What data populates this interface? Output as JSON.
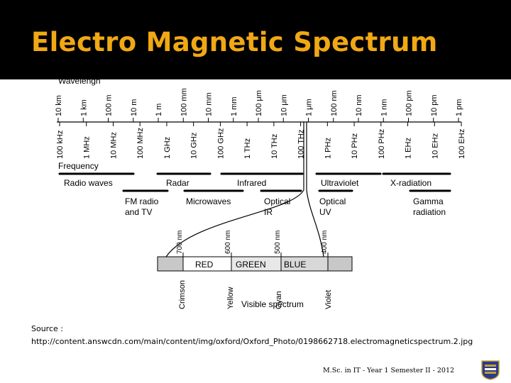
{
  "slide": {
    "title": "Electro Magnetic Spectrum",
    "source_label": "Source :",
    "source_url": "http://content.answcdn.com/main/content/img/oxford/Oxford_Photo/0198662718.electromagneticspectrum.2.jpg",
    "footer": "M.Sc. in IT - Year 1 Semester II - 2012"
  },
  "diagram": {
    "wavelength_label": "Wavelengh",
    "frequency_label": "Frequency",
    "wavelengths": [
      "10 km",
      "1 km",
      "100 m",
      "10 m",
      "1 m",
      "100 mm",
      "10 mm",
      "1 mm",
      "100 μm",
      "10 μm",
      "1 μm",
      "100 nm",
      "10 nm",
      "1 nm",
      "100 pm",
      "10 pm",
      "1 pm"
    ],
    "frequencies": [
      "100 kHz",
      "1 MHz",
      "10 MHz",
      "100 MHz",
      "1 GHz",
      "10 GHz",
      "100 GHz",
      "1 THz",
      "10 THz",
      "100 THz",
      "1 PHz",
      "10 PHz",
      "100 PHz",
      "1 EHz",
      "10 EHz",
      "100 EHz"
    ],
    "bands_top": [
      "Radio waves",
      "Radar",
      "Infrared",
      "Ultraviolet",
      "X-radiation"
    ],
    "bands_bottom": [
      {
        "line1": "FM radio",
        "line2": "and TV"
      },
      {
        "line1": "Microwaves",
        "line2": ""
      },
      {
        "line1": "Optical",
        "line2": "IR"
      },
      {
        "line1": "Optical",
        "line2": "UV"
      },
      {
        "line1": "Gamma",
        "line2": "radiation"
      }
    ],
    "visible_ticks": [
      "700 nm",
      "600 nm",
      "500 nm",
      "400 nm"
    ],
    "colors": [
      "RED",
      "GREEN",
      "BLUE"
    ],
    "hues": [
      "Crimson",
      "Yellow",
      "Cyan",
      "Violet"
    ],
    "visible_label": "Visible spectrum"
  }
}
